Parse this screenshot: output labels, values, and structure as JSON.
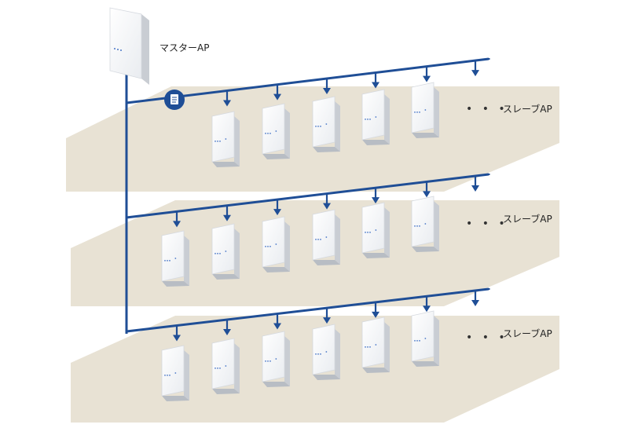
{
  "master": {
    "label": "マスターAP"
  },
  "floors": [
    {
      "label": "スレーブAP",
      "ellipsis": "• • •",
      "ap_count": 5
    },
    {
      "label": "スレーブAP",
      "ellipsis": "• • •",
      "ap_count": 6
    },
    {
      "label": "スレーブAP",
      "ellipsis": "• • •",
      "ap_count": 6
    }
  ],
  "colors": {
    "line": "#1f4e96",
    "floor": "#e8e2d4",
    "ap_face": "#f7f8fa",
    "ap_side": "#c9cdd3",
    "badge": "#1f4e96"
  },
  "icons": {
    "badge": "document-icon"
  }
}
